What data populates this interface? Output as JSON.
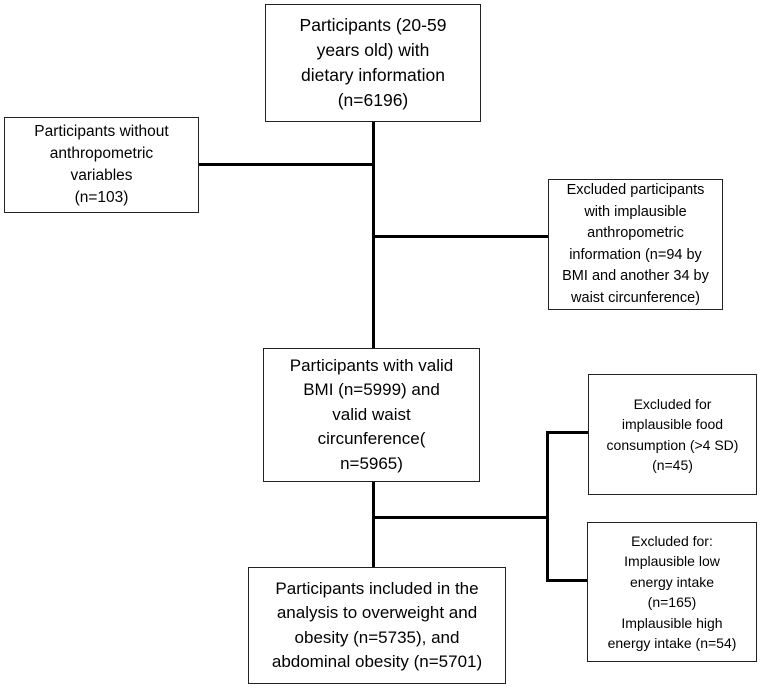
{
  "boxes": {
    "start": {
      "lines": [
        "Participants (20-59",
        "years old) with",
        "dietary information",
        "(n=6196)"
      ]
    },
    "no_anthropometric": {
      "lines": [
        "Participants without",
        "anthropometric",
        "variables",
        "(n=103)"
      ]
    },
    "implausible_anthropometric": {
      "lines": [
        "Excluded participants",
        "with implausible",
        "anthropometric",
        "information (n=94 by",
        "BMI and another 34 by",
        "waist circunference)"
      ]
    },
    "valid_bmi": {
      "lines": [
        "Participants with valid",
        "BMI (n=5999) and",
        "valid waist",
        "circunference(",
        "n=5965)"
      ]
    },
    "implausible_food": {
      "lines": [
        "Excluded for",
        "implausible food",
        "consumption (>4 SD)",
        "(n=45)"
      ]
    },
    "implausible_energy": {
      "lines": [
        "Excluded for:",
        "Implausible low",
        "energy intake",
        "(n=165)",
        "Implausible high",
        "energy intake (n=54)"
      ]
    },
    "final": {
      "lines": [
        "Participants included in the",
        "analysis to overweight and",
        "obesity (n=5735), and",
        "abdominal obesity (n=5701)"
      ]
    }
  }
}
